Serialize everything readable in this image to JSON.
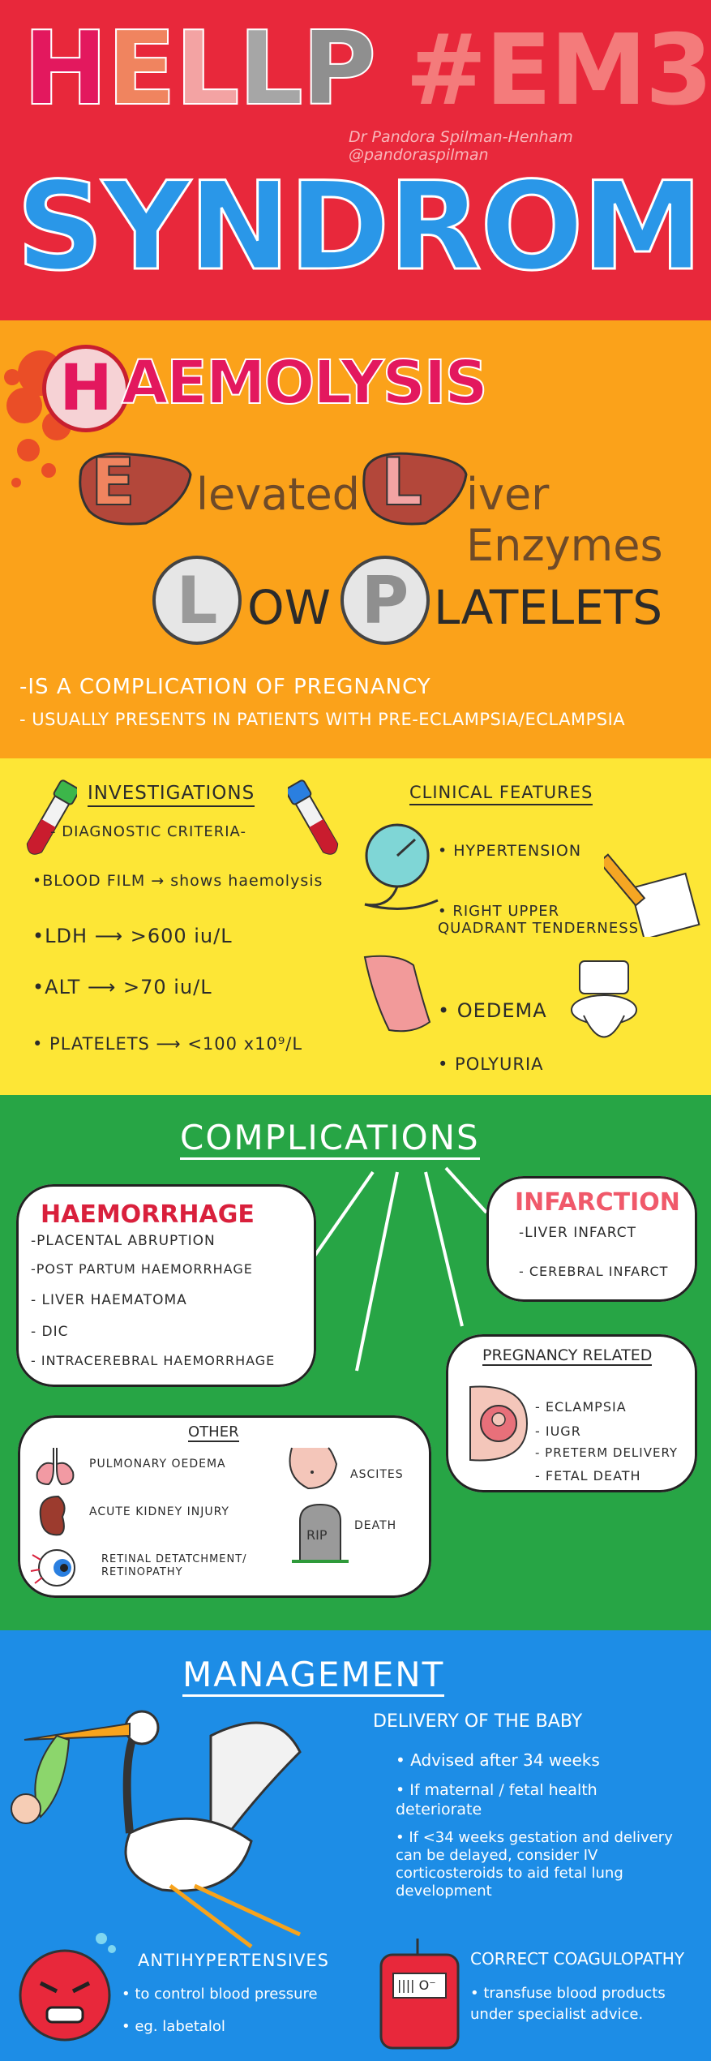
{
  "title": {
    "hellp_letters": [
      "H",
      "E",
      "L",
      "L",
      "P"
    ],
    "hellp_colors": [
      "#e3185e",
      "#f0845f",
      "#f3a3a3",
      "#a6a6a6",
      "#8f8f8f"
    ],
    "em3": "#EM3",
    "credit": "Dr Pandora Spilman-Henham @pandoraspilman",
    "syndrome": "SYNDROME"
  },
  "acronym": {
    "h_letter": "H",
    "h_rest": "AEMOLYSIS",
    "e_letter": "E",
    "e_rest": "levated",
    "l1_letter": "L",
    "l1_rest": "iver Enzymes",
    "l2_letter": "L",
    "l2_rest": "OW",
    "p_letter": "P",
    "p_rest": "LATELETS",
    "note1": "-IS A COMPLICATION OF PREGNANCY",
    "note2": "- USUALLY PRESENTS IN PATIENTS WITH PRE-ECLAMPSIA/ECLAMPSIA"
  },
  "investigations": {
    "heading": "INVESTIGATIONS",
    "subheading": "- DIAGNOSTIC CRITERIA-",
    "items": [
      "•BLOOD FILM → shows haemolysis",
      "•LDH  ⟶  >600 iu/L",
      "•ALT  ⟶  >70 iu/L",
      "• PLATELETS ⟶ <100 x10⁹/L"
    ]
  },
  "clinical": {
    "heading": "CLINICAL FEATURES",
    "items": [
      "• HYPERTENSION",
      "• RIGHT UPPER QUADRANT TENDERNESS",
      "• OEDEMA",
      "• POLYURIA"
    ]
  },
  "complications": {
    "heading": "COMPLICATIONS",
    "haemorrhage": {
      "title": "HAEMORRHAGE",
      "items": [
        "-PLACENTAL ABRUPTION",
        "-POST PARTUM HAEMORRHAGE",
        "- LIVER HAEMATOMA",
        "- DIC",
        "- INTRACEREBRAL HAEMORRHAGE"
      ]
    },
    "infarction": {
      "title": "INFARCTION",
      "items": [
        "-LIVER INFARCT",
        "- CEREBRAL INFARCT"
      ]
    },
    "pregnancy": {
      "title": "PREGNANCY RELATED",
      "items": [
        "- ECLAMPSIA",
        "- IUGR",
        "- PRETERM DELIVERY",
        "- FETAL DEATH"
      ]
    },
    "other": {
      "title": "OTHER",
      "items": [
        "PULMONARY OEDEMA",
        "ACUTE KIDNEY INJURY",
        "RETINAL DETATCHMENT/ RETINOPATHY",
        "ASCITES",
        "DEATH"
      ],
      "rip": "RIP"
    }
  },
  "management": {
    "heading": "MANAGEMENT",
    "delivery_heading": "DELIVERY OF THE BABY",
    "delivery_items": [
      "• Advised after 34 weeks",
      "• If maternal / fetal health deteriorate",
      "• If <34 weeks gestation and delivery can be delayed, consider IV corticosteroids to aid fetal lung development"
    ],
    "antihyp_heading": "ANTIHYPERTENSIVES",
    "antihyp_items": [
      "• to control blood pressure",
      "• eg. labetalol"
    ],
    "coag_heading": "CORRECT COAGULOPATHY",
    "coag_items": [
      "• transfuse blood products under specialist advice."
    ],
    "blood_bag_label": "|||| O⁻"
  },
  "colors": {
    "red": "#e8283b",
    "orange": "#fba21a",
    "yellow": "#fde636",
    "green": "#27a545",
    "blue": "#1d8de6"
  }
}
